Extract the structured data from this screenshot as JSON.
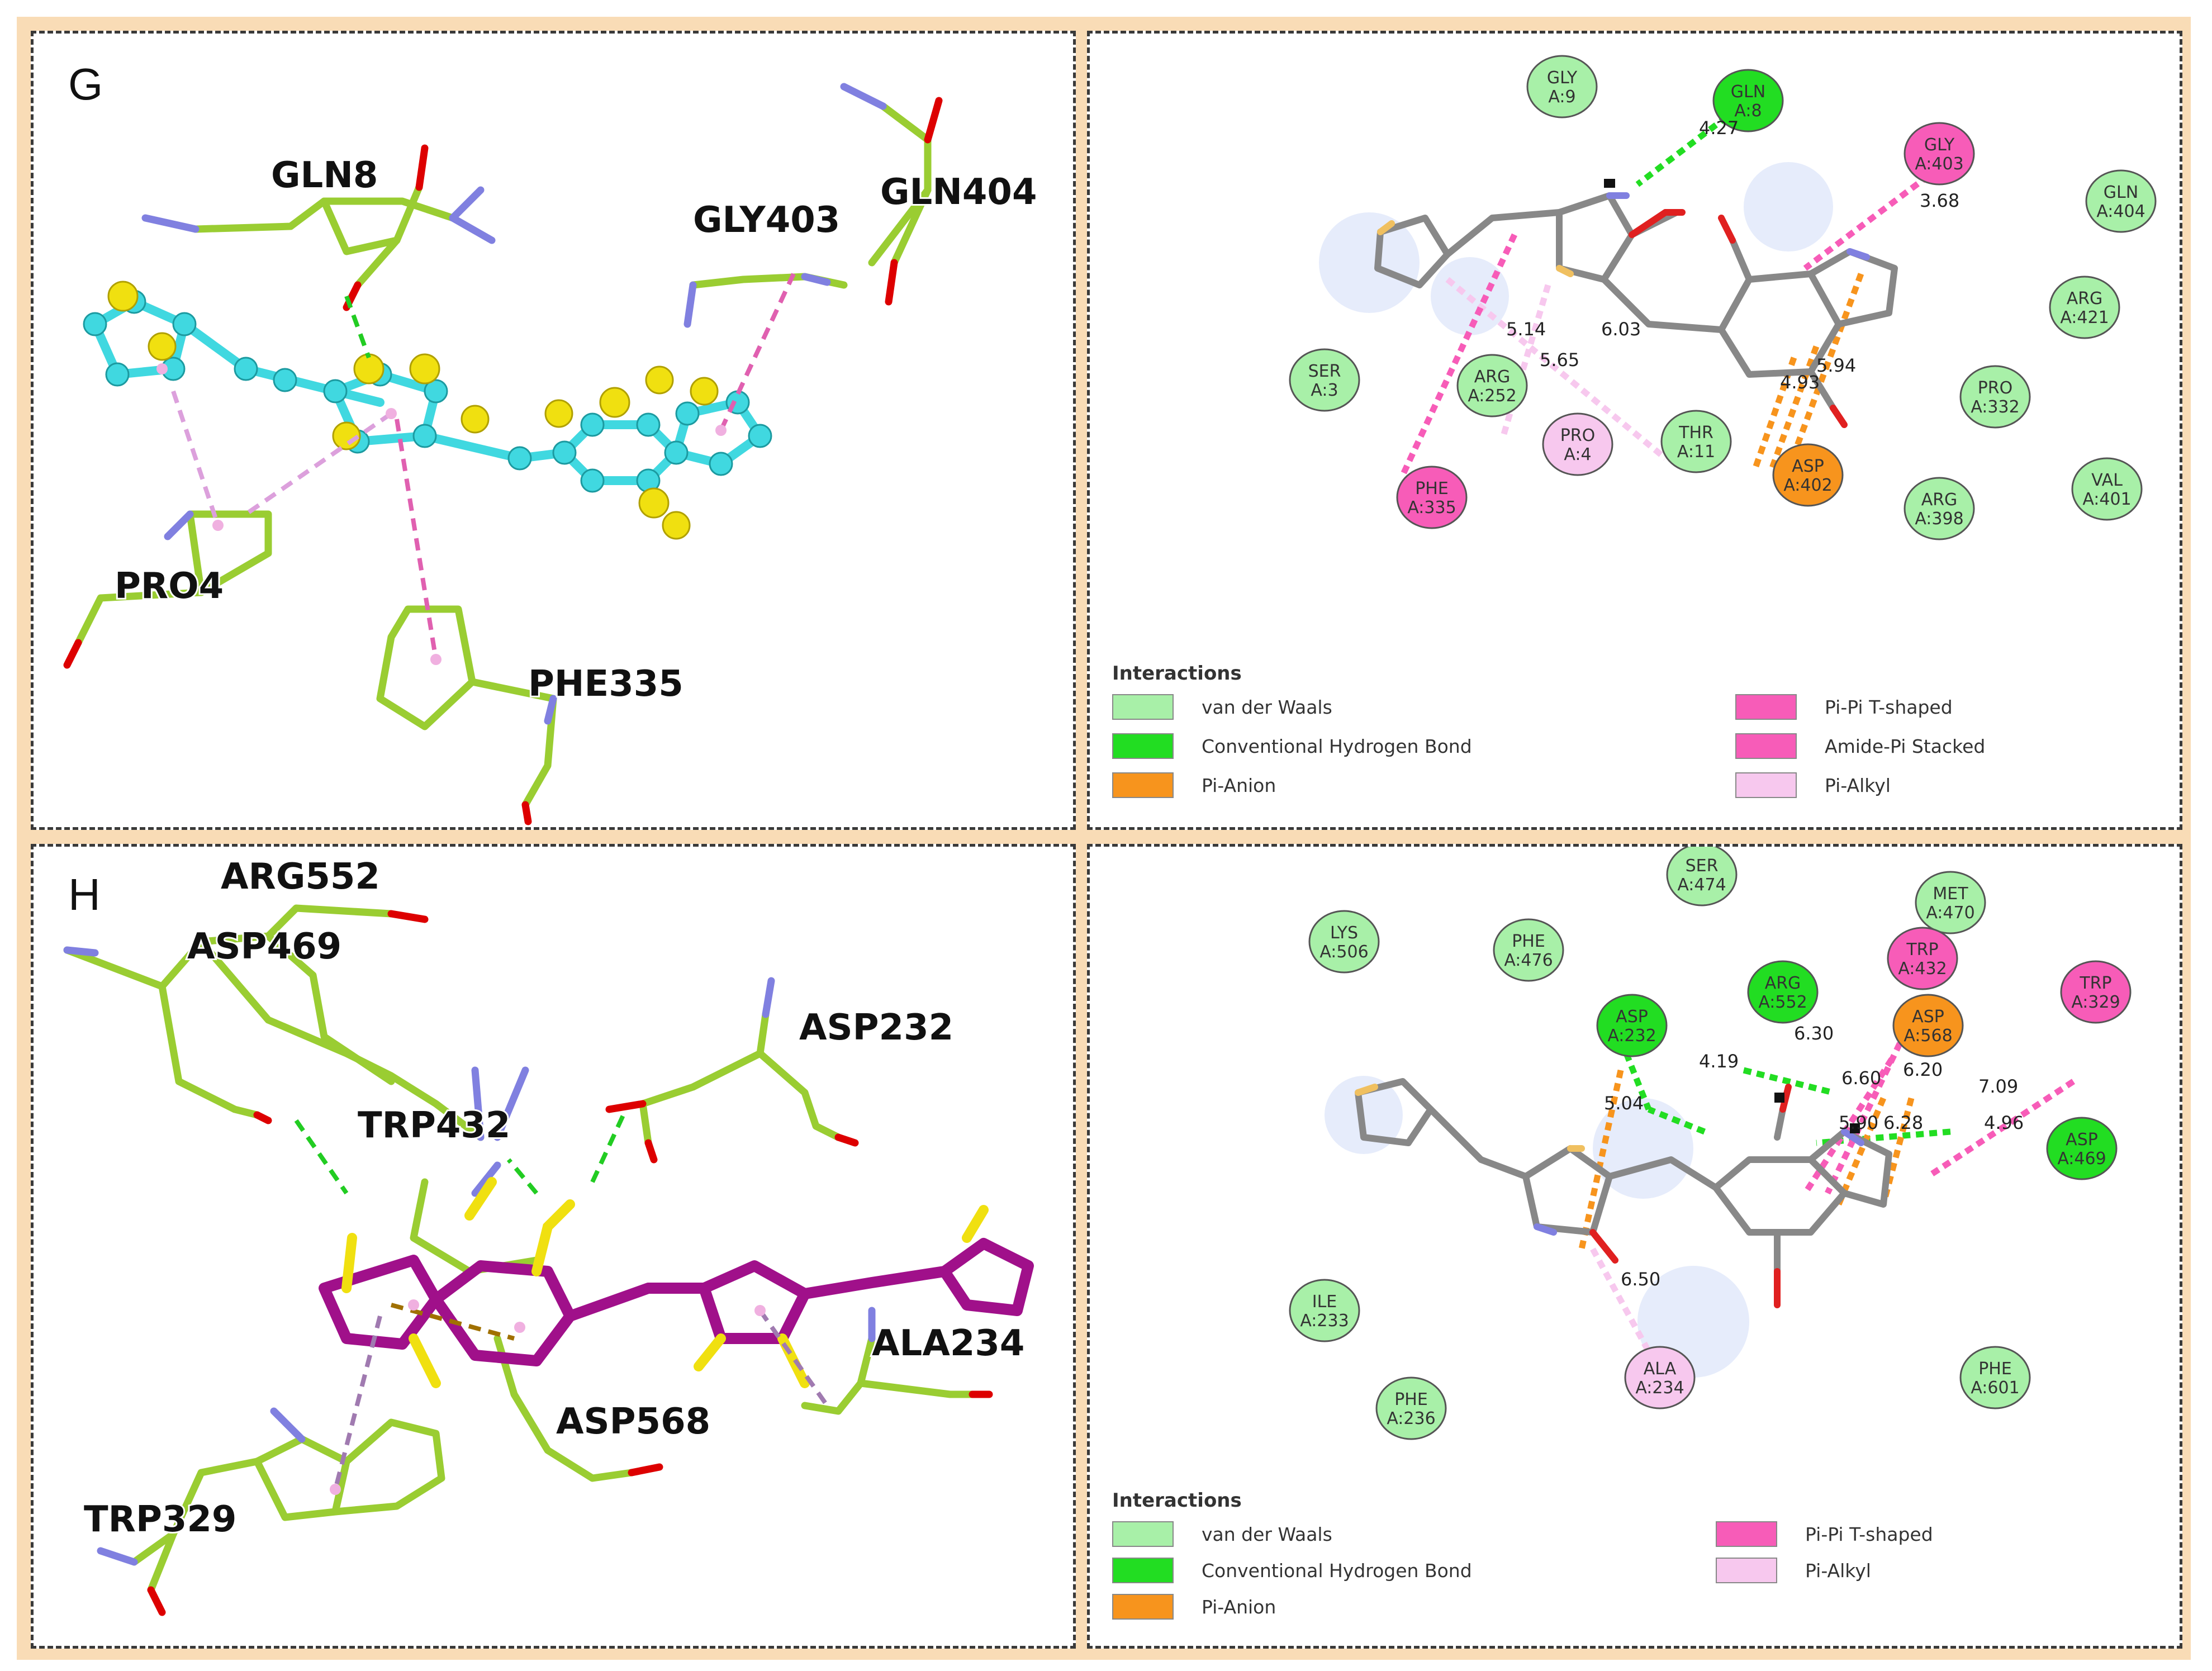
{
  "colors": {
    "frame": "#f9dcb6",
    "border": "#3a3a3a",
    "vdw": "#a8f0a8",
    "hbond": "#22dd22",
    "pianion": "#f7941d",
    "pipi": "#f75cb8",
    "pialkyl": "#f7c8ee",
    "stick_green": "#9acd32",
    "ligand_cyan": "#40d8e0",
    "ligand_magenta": "#a0108a",
    "sulfur": "#f0e010"
  },
  "panels": {
    "g3d": {
      "label": "G",
      "residues": [
        "GLN8",
        "GLY403",
        "GLN404",
        "PRO4",
        "PHE335"
      ]
    },
    "g2d": {
      "residues": {
        "gly9": [
          "GLY",
          "A:9"
        ],
        "gln8": [
          "GLN",
          "A:8"
        ],
        "gly403": [
          "GLY",
          "A:403"
        ],
        "gln404": [
          "GLN",
          "A:404"
        ],
        "arg421": [
          "ARG",
          "A:421"
        ],
        "ser3": [
          "SER",
          "A:3"
        ],
        "arg252": [
          "ARG",
          "A:252"
        ],
        "pro4": [
          "PRO",
          "A:4"
        ],
        "thr11": [
          "THR",
          "A:11"
        ],
        "asp402": [
          "ASP",
          "A:402"
        ],
        "pro332": [
          "PRO",
          "A:332"
        ],
        "val401": [
          "VAL",
          "A:401"
        ],
        "arg398": [
          "ARG",
          "A:398"
        ],
        "phe335": [
          "PHE",
          "A:335"
        ]
      },
      "distances": [
        "4.27",
        "3.68",
        "5.14",
        "5.65",
        "6.03",
        "5.94",
        "4.93"
      ],
      "legend": {
        "title": "Interactions",
        "items": [
          "van der Waals",
          "Conventional Hydrogen Bond",
          "Pi-Anion",
          "Pi-Pi T-shaped",
          "Amide-Pi Stacked",
          "Pi-Alkyl"
        ]
      }
    },
    "h3d": {
      "label": "H",
      "residues": [
        "ARG552",
        "ASP469",
        "ASP232",
        "TRP432",
        "ALA234",
        "ASP568",
        "TRP329"
      ]
    },
    "h2d": {
      "residues": {
        "ser474": [
          "SER",
          "A:474"
        ],
        "met470": [
          "MET",
          "A:470"
        ],
        "lys506": [
          "LYS",
          "A:506"
        ],
        "phe476": [
          "PHE",
          "A:476"
        ],
        "arg552": [
          "ARG",
          "A:552"
        ],
        "trp432": [
          "TRP",
          "A:432"
        ],
        "trp329": [
          "TRP",
          "A:329"
        ],
        "asp232": [
          "ASP",
          "A:232"
        ],
        "asp568": [
          "ASP",
          "A:568"
        ],
        "asp469": [
          "ASP",
          "A:469"
        ],
        "ile233": [
          "ILE",
          "A:233"
        ],
        "ala234": [
          "ALA",
          "A:234"
        ],
        "phe601": [
          "PHE",
          "A:601"
        ],
        "phe236": [
          "PHE",
          "A:236"
        ]
      },
      "distances": [
        "4.19",
        "6.30",
        "5.04",
        "6.60",
        "6.20",
        "7.09",
        "5.90",
        "6.28",
        "4.96",
        "6.50"
      ],
      "legend": {
        "title": "Interactions",
        "items": [
          "van der Waals",
          "Conventional Hydrogen Bond",
          "Pi-Anion",
          "Pi-Pi T-shaped",
          "Pi-Alkyl"
        ]
      }
    }
  }
}
